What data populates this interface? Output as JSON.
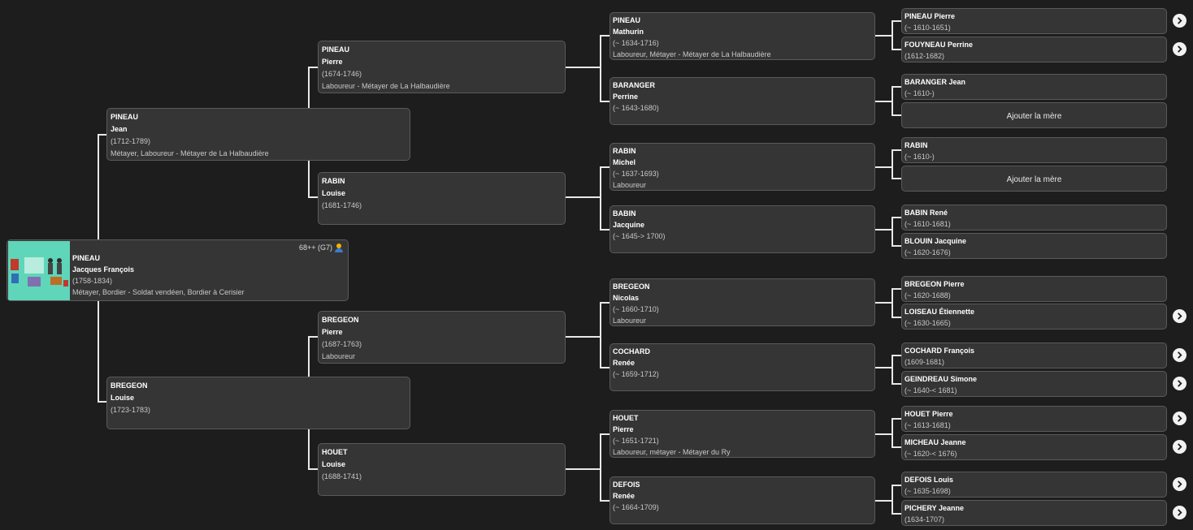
{
  "root": {
    "surname": "PINEAU",
    "given": "Jacques François",
    "dates": "(1758-1834)",
    "occupation": "Métayer, Bordier - Soldat vendéen, Bordier à Cerisier",
    "count": "68++ (G7)"
  },
  "gen1": {
    "father": {
      "surname": "PINEAU",
      "given": "Jean",
      "dates": "(1712-1789)",
      "occupation": "Métayer, Laboureur - Métayer de La Halbaudière"
    },
    "mother": {
      "surname": "BREGEON",
      "given": "Louise",
      "dates": "(1723-1783)"
    }
  },
  "gen2": {
    "ff": {
      "surname": "PINEAU",
      "given": "Pierre",
      "dates": "(1674-1746)",
      "occupation": "Laboureur - Métayer de La Halbaudière"
    },
    "fm": {
      "surname": "RABIN",
      "given": "Louise",
      "dates": "(1681-1746)"
    },
    "mf": {
      "surname": "BREGEON",
      "given": "Pierre",
      "dates": "(1687-1763)",
      "occupation": "Laboureur"
    },
    "mm": {
      "surname": "HOUET",
      "given": "Louise",
      "dates": "(1688-1741)"
    }
  },
  "gen3": {
    "fff": {
      "surname": "PINEAU",
      "given": "Mathurin",
      "dates": "(~ 1634-1716)",
      "occupation": "Laboureur, Métayer - Métayer de La Halbaudière"
    },
    "ffm": {
      "surname": "BARANGER",
      "given": "Perrine",
      "dates": "(~ 1643-1680)"
    },
    "fmf": {
      "surname": "RABIN",
      "given": "Michel",
      "dates": "(~ 1637-1693)",
      "occupation": "Laboureur"
    },
    "fmm": {
      "surname": "BABIN",
      "given": "Jacquine",
      "dates": "(~ 1645-> 1700)"
    },
    "mff": {
      "surname": "BREGEON",
      "given": "Nicolas",
      "dates": "(~ 1660-1710)",
      "occupation": "Laboureur"
    },
    "mfm": {
      "surname": "COCHARD",
      "given": "Renée",
      "dates": "(~ 1659-1712)"
    },
    "mmf": {
      "surname": "HOUET",
      "given": "Pierre",
      "dates": "(~ 1651-1721)",
      "occupation": "Laboureur, métayer - Métayer du Ry"
    },
    "mmm": {
      "surname": "DEFOIS",
      "given": "Renée",
      "dates": "(~ 1664-1709)"
    }
  },
  "gen4": {
    "ffff": {
      "name": "PINEAU Pierre",
      "dates": "(~ 1610-1651)"
    },
    "fffm": {
      "name": "FOUYNEAU Perrine",
      "dates": "(1612-1682)"
    },
    "ffmf": {
      "name": "BARANGER Jean",
      "dates": "(~ 1610-)"
    },
    "fmff": {
      "name": "RABIN",
      "dates": "(~ 1610-)"
    },
    "fmmf": {
      "name": "BABIN René",
      "dates": "(~ 1610-1681)"
    },
    "fmmm": {
      "name": "BLOUIN Jacquine",
      "dates": "(~ 1620-1676)"
    },
    "mfff": {
      "name": "BREGEON Pierre",
      "dates": "(~ 1620-1688)"
    },
    "mffm": {
      "name": "LOISEAU Étiennette",
      "dates": "(~ 1630-1665)"
    },
    "mfmf": {
      "name": "COCHARD François",
      "dates": "(1609-1681)"
    },
    "mfmm": {
      "name": "GEINDREAU Simone",
      "dates": "(~ 1640-< 1681)"
    },
    "mmff": {
      "name": "HOUET Pierre",
      "dates": "(~ 1613-1681)"
    },
    "mmfm": {
      "name": "MICHEAU Jeanne",
      "dates": "(~ 1620-< 1676)"
    },
    "mmmf": {
      "name": "DEFOIS Louis",
      "dates": "(~ 1635-1698)"
    },
    "mmmm": {
      "name": "PICHERY Jeanne",
      "dates": "(1634-1707)"
    }
  },
  "labels": {
    "add_mother": "Ajouter la mère"
  },
  "icons": {
    "expand": "chevron-right-icon",
    "profile": "person-icon",
    "photo": "family-photo"
  },
  "colors": {
    "background": "#1d1d1d",
    "box": "#353535",
    "border": "#5a5a5a",
    "connector": "#e8e8e8",
    "text": "#ffffff"
  }
}
